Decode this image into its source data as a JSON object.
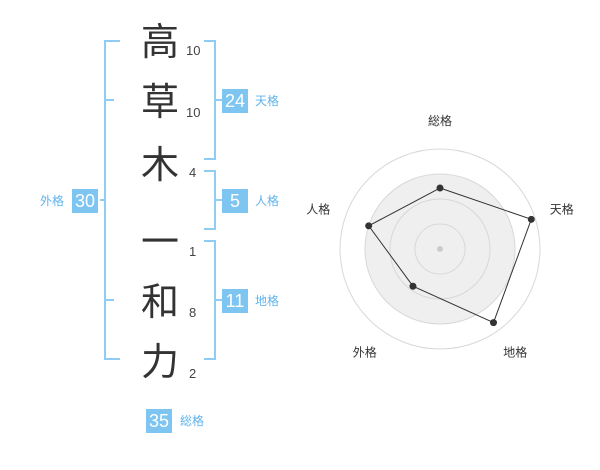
{
  "name": {
    "characters": [
      {
        "char": "高",
        "strokes": "10"
      },
      {
        "char": "草",
        "strokes": "10"
      },
      {
        "char": "木",
        "strokes": "4"
      },
      {
        "char": "一",
        "strokes": "1"
      },
      {
        "char": "和",
        "strokes": "8"
      },
      {
        "char": "力",
        "strokes": "2"
      }
    ]
  },
  "fortunes": {
    "tenkaku": {
      "value": "24",
      "label": "天格"
    },
    "jinkaku": {
      "value": "5",
      "label": "人格"
    },
    "chikaku": {
      "value": "11",
      "label": "地格"
    },
    "gaikaku": {
      "value": "30",
      "label": "外格"
    },
    "soukaku": {
      "value": "35",
      "label": "総格"
    }
  },
  "chart_data": {
    "type": "radar",
    "axes": [
      "総格",
      "天格",
      "地格",
      "外格",
      "人格"
    ],
    "values": [
      0.61,
      0.96,
      0.91,
      0.46,
      0.75
    ],
    "max": 1,
    "rings": 4
  },
  "colors": {
    "accent": "#7ec5f2",
    "bracket": "#8fcdf5",
    "label": "#5fb3ec"
  }
}
